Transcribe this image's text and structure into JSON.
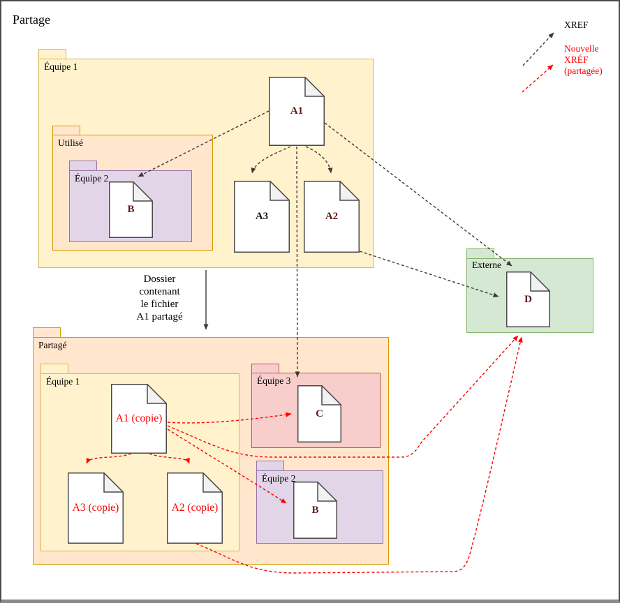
{
  "title": "Partage",
  "legend": {
    "xref_label": "XREF",
    "xref_arrow_color": "#3a3a3a",
    "new_xref_label": "Nouvelle XRÉF (partagée)",
    "new_xref_lines": [
      "Nouvelle",
      "XRÉF",
      "(partagée)"
    ],
    "new_xref_color": "#FE0000"
  },
  "annotation": {
    "text": "Dossier contenant le fichier A1 partagé",
    "lines": [
      "Dossier",
      "contenant",
      "le fichier",
      "A1 partagé"
    ]
  },
  "folders": {
    "equipe1_top": {
      "label": "Équipe 1",
      "fill": "#FFF2CC",
      "border": "#D6B656"
    },
    "utilise": {
      "label": "Utilisé",
      "fill": "#FFE6CC",
      "border": "#D79B00"
    },
    "equipe2_top": {
      "label": "Équipe 2",
      "fill": "#E1D5E7",
      "border": "#9673A6"
    },
    "partage": {
      "label": "Partagé",
      "fill": "#FFE6CC",
      "border": "#D79B00"
    },
    "equipe1_bottom": {
      "label": "Équipe 1",
      "fill": "#FFF2CC",
      "border": "#D6B656"
    },
    "equipe3": {
      "label": "Équipe 3",
      "fill": "#F8CECC",
      "border": "#B85450"
    },
    "equipe2_bottom": {
      "label": "Équipe 2",
      "fill": "#E1D5E7",
      "border": "#9673A6"
    },
    "externe": {
      "label": "Externe",
      "fill": "#D5E8D4",
      "border": "#82B366"
    }
  },
  "files": {
    "a1": {
      "label": "A1",
      "label_color": "#5E1916"
    },
    "b_top": {
      "label": "B",
      "label_color": "#5E1916"
    },
    "a3_top": {
      "label": "A3",
      "label_color": "#1a1a1a"
    },
    "a2_top": {
      "label": "A2",
      "label_color": "#5E1916"
    },
    "a1_copy": {
      "label": "A1 (copie)",
      "label_color": "#FE0000"
    },
    "a3_copy": {
      "label": "A3 (copie)",
      "label_color": "#FE0000"
    },
    "a2_copy": {
      "label": "A2 (copie)",
      "label_color": "#FE0000"
    },
    "c": {
      "label": "C",
      "label_color": "#5E1916"
    },
    "b_bottom": {
      "label": "B",
      "label_color": "#5E1916"
    },
    "d": {
      "label": "D",
      "label_color": "#5E1916"
    }
  }
}
